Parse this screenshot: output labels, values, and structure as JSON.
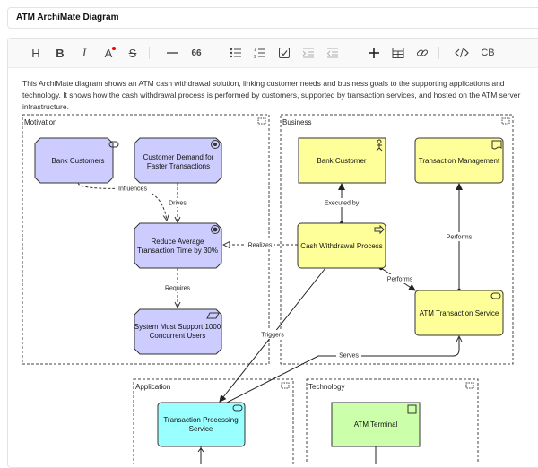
{
  "window": {
    "title": "ATM ArchiMate Diagram"
  },
  "toolbar": {
    "heading_label": "H",
    "bold_label": "B",
    "italic_label": "I",
    "text_color_label": "A",
    "strike_label": "S",
    "quote_label": "66",
    "code_block_label": "CB"
  },
  "description": "This ArchiMate diagram shows an ATM cash withdrawal solution, linking customer needs and business goals to the supporting applications and technology. It shows how the cash withdrawal process is performed by customers, supported by transaction services, and hosted on the ATM server infrastructure.",
  "diagram": {
    "groups": {
      "motivation": "Motivation",
      "business": "Business",
      "application": "Application",
      "technology": "Technology"
    },
    "elements": {
      "bank_customers": "Bank Customers",
      "customer_demand_1": "Customer Demand for",
      "customer_demand_2": "Faster Transactions",
      "reduce_avg_1": "Reduce Average",
      "reduce_avg_2": "Transaction Time by 30%",
      "system_support_1": "System Must Support 1000",
      "system_support_2": "Concurrent Users",
      "bank_customer": "Bank Customer",
      "transaction_management": "Transaction Management",
      "cash_withdrawal_process": "Cash Withdrawal Process",
      "atm_transaction_service": "ATM Transaction Service",
      "transaction_processing_1": "Transaction Processing",
      "transaction_processing_2": "Service",
      "atm_terminal": "ATM Terminal"
    },
    "relations": {
      "influences": "Influences",
      "drives": "Drives",
      "requires": "Requires",
      "realizes": "Realizes",
      "executed_by": "Executed by",
      "performs_1": "Performs",
      "performs_2": "Performs",
      "triggers": "Triggers",
      "serves": "Serves"
    },
    "colors": {
      "motivation_fill": "#ccccff",
      "business_fill": "#ffff99",
      "application_fill": "#99ffff",
      "technology_fill": "#ccffaa"
    }
  }
}
